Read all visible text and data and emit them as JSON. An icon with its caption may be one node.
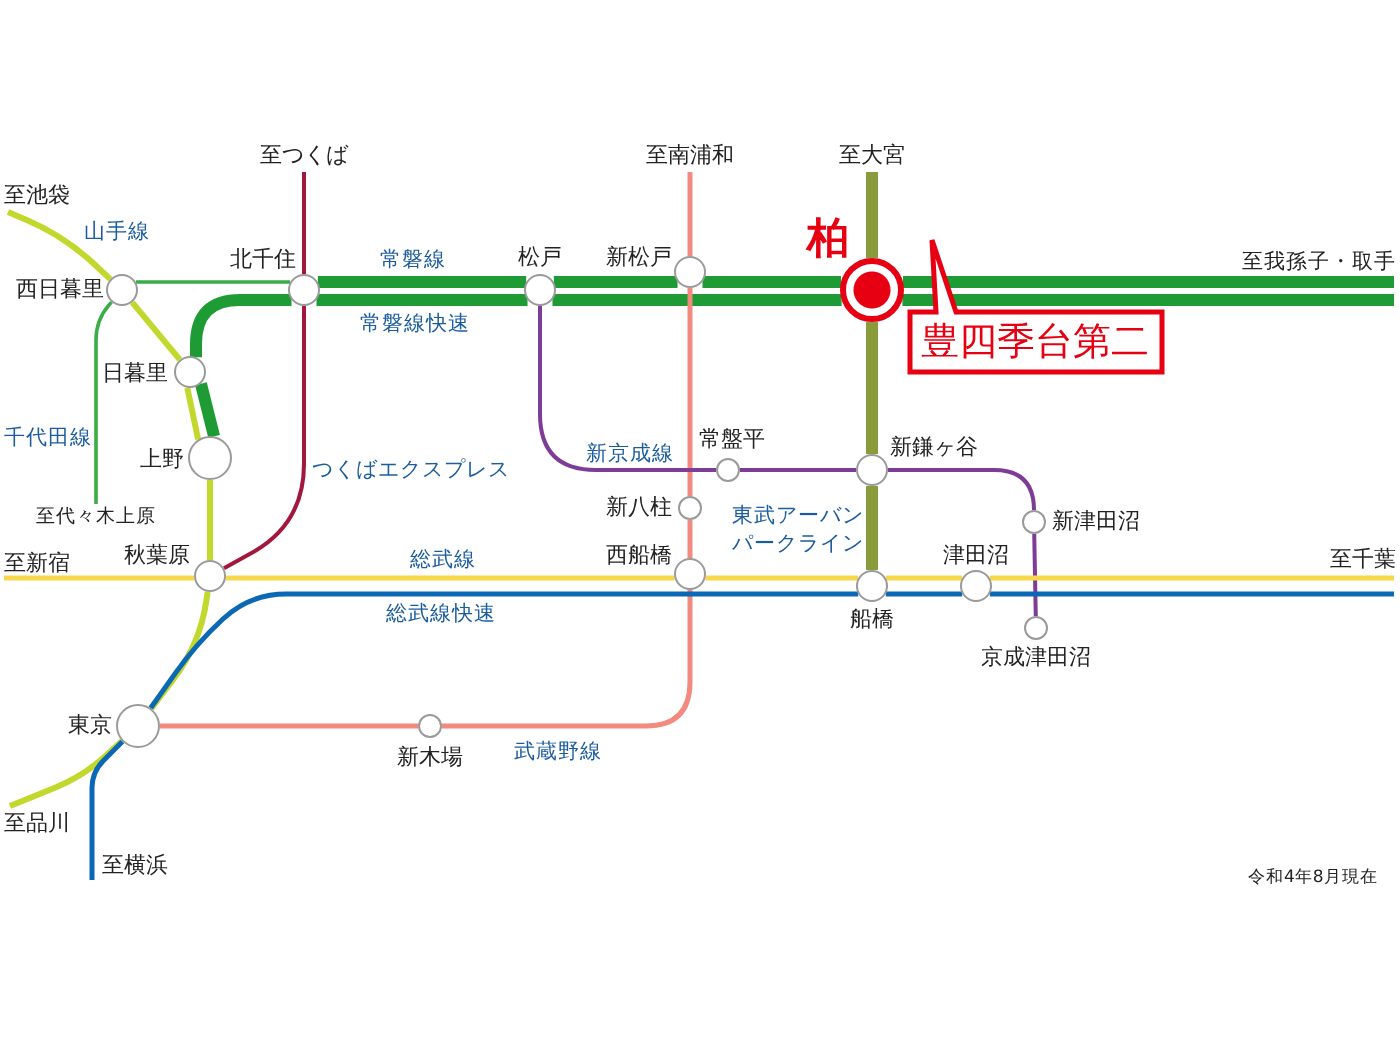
{
  "diagram": {
    "nodes": [
      {
        "text": [
          "至池袋"
        ]
      },
      {
        "text": [
          "至つくば"
        ]
      },
      {
        "text": [
          "至南浦和"
        ]
      },
      {
        "text": [
          "至大宮"
        ]
      },
      {
        "text": [
          "柏"
        ]
      },
      {
        "text": [
          "豊四季台第二"
        ]
      },
      {
        "text": [
          "至我孫子・取手"
        ]
      },
      {
        "text": [
          "西日暮里"
        ]
      },
      {
        "text": [
          "北千住"
        ]
      },
      {
        "text": [
          "松戸"
        ]
      },
      {
        "text": [
          "新松戸"
        ]
      },
      {
        "text": [
          "日暮里"
        ]
      },
      {
        "text": [
          "上野"
        ]
      },
      {
        "text": [
          "至代々木上原"
        ]
      },
      {
        "text": [
          "常盤平"
        ]
      },
      {
        "text": [
          "新鎌ヶ谷"
        ]
      },
      {
        "text": [
          "新八柱"
        ]
      },
      {
        "text": [
          "新津田沼"
        ]
      },
      {
        "text": [
          "至新宿"
        ]
      },
      {
        "text": [
          "秋葉原"
        ]
      },
      {
        "text": [
          "西船橋"
        ]
      },
      {
        "text": [
          "津田沼"
        ]
      },
      {
        "text": [
          "至千葉"
        ]
      },
      {
        "text": [
          "船橋"
        ]
      },
      {
        "text": [
          "京成津田沼"
        ]
      },
      {
        "text": [
          "東京"
        ]
      },
      {
        "text": [
          "新木場"
        ]
      },
      {
        "text": [
          "至品川"
        ]
      },
      {
        "text": [
          "至横浜"
        ]
      }
    ],
    "edges": [
      {
        "from": 0,
        "to": 7,
        "arrow": "none",
        "label": "山手線",
        "color": "#c2d82c"
      },
      {
        "from": 7,
        "to": 11,
        "arrow": "none",
        "color": "#c2d82c"
      },
      {
        "from": 11,
        "to": 12,
        "arrow": "none",
        "color": "#c2d82c"
      },
      {
        "from": 12,
        "to": 19,
        "arrow": "none",
        "color": "#c2d82c"
      },
      {
        "from": 19,
        "to": 25,
        "arrow": "none",
        "color": "#c2d82c"
      },
      {
        "from": 25,
        "to": 27,
        "arrow": "none",
        "color": "#c2d82c"
      },
      {
        "from": 7,
        "to": 8,
        "arrow": "none",
        "color": "#3aad48"
      },
      {
        "from": 7,
        "to": 13,
        "arrow": "none",
        "label": "千代田線",
        "color": "#3aad48"
      },
      {
        "from": 8,
        "to": 9,
        "arrow": "none",
        "label": "常磐線",
        "style": "thick",
        "color": "#1f9b35"
      },
      {
        "from": 9,
        "to": 10,
        "arrow": "none",
        "style": "thick",
        "color": "#1f9b35"
      },
      {
        "from": 10,
        "to": 4,
        "arrow": "none",
        "style": "thick",
        "color": "#1f9b35"
      },
      {
        "from": 4,
        "to": 6,
        "arrow": "none",
        "style": "thick",
        "color": "#1f9b35"
      },
      {
        "from": 12,
        "to": 11,
        "arrow": "none",
        "style": "thick",
        "color": "#1f9b35"
      },
      {
        "from": 11,
        "to": 8,
        "arrow": "none",
        "style": "thick",
        "color": "#1f9b35"
      },
      {
        "from": 8,
        "to": 9,
        "arrow": "none",
        "label": "常磐線快速",
        "style": "thick",
        "color": "#1f9b35"
      },
      {
        "from": 9,
        "to": 4,
        "arrow": "none",
        "style": "thick",
        "color": "#1f9b35"
      },
      {
        "from": 4,
        "to": 6,
        "arrow": "none",
        "style": "thick",
        "color": "#1f9b35"
      },
      {
        "from": 1,
        "to": 8,
        "arrow": "none",
        "color": "#a3173e"
      },
      {
        "from": 8,
        "to": 19,
        "arrow": "none",
        "label": "つくばエクスプレス",
        "color": "#a3173e"
      },
      {
        "from": 2,
        "to": 10,
        "arrow": "none",
        "color": "#f38a80"
      },
      {
        "from": 10,
        "to": 16,
        "arrow": "none",
        "color": "#f38a80"
      },
      {
        "from": 16,
        "to": 20,
        "arrow": "none",
        "color": "#f38a80"
      },
      {
        "from": 20,
        "to": 26,
        "arrow": "none",
        "label": "武蔵野線",
        "color": "#f38a80"
      },
      {
        "from": 26,
        "to": 25,
        "arrow": "none",
        "color": "#f38a80"
      },
      {
        "from": 9,
        "to": 14,
        "arrow": "none",
        "label": "新京成線",
        "color": "#7d3c96"
      },
      {
        "from": 14,
        "to": 15,
        "arrow": "none",
        "color": "#7d3c96"
      },
      {
        "from": 15,
        "to": 17,
        "arrow": "none",
        "color": "#7d3c96"
      },
      {
        "from": 17,
        "to": 24,
        "arrow": "none",
        "color": "#7d3c96"
      },
      {
        "from": 3,
        "to": 4,
        "arrow": "none",
        "style": "thick",
        "color": "#8a9b3e"
      },
      {
        "from": 4,
        "to": 15,
        "arrow": "none",
        "style": "thick",
        "color": "#8a9b3e"
      },
      {
        "from": 15,
        "to": 23,
        "arrow": "none",
        "label": "東武アーバンパークライン",
        "style": "thick",
        "color": "#8a9b3e"
      },
      {
        "from": 18,
        "to": 19,
        "arrow": "none",
        "color": "#f7d84a"
      },
      {
        "from": 19,
        "to": 20,
        "arrow": "none",
        "label": "総武線",
        "color": "#f7d84a"
      },
      {
        "from": 20,
        "to": 23,
        "arrow": "none",
        "color": "#f7d84a"
      },
      {
        "from": 23,
        "to": 21,
        "arrow": "none",
        "color": "#f7d84a"
      },
      {
        "from": 21,
        "to": 22,
        "arrow": "none",
        "color": "#f7d84a"
      },
      {
        "from": 28,
        "to": 25,
        "arrow": "none",
        "color": "#0b68b5"
      },
      {
        "from": 25,
        "to": 23,
        "arrow": "none",
        "label": "総武線快速",
        "color": "#0b68b5"
      },
      {
        "from": 23,
        "to": 21,
        "arrow": "none",
        "color": "#0b68b5"
      },
      {
        "from": 21,
        "to": 22,
        "arrow": "none",
        "color": "#0b68b5"
      }
    ],
    "labels": [
      "令和4年8月現在"
    ]
  }
}
